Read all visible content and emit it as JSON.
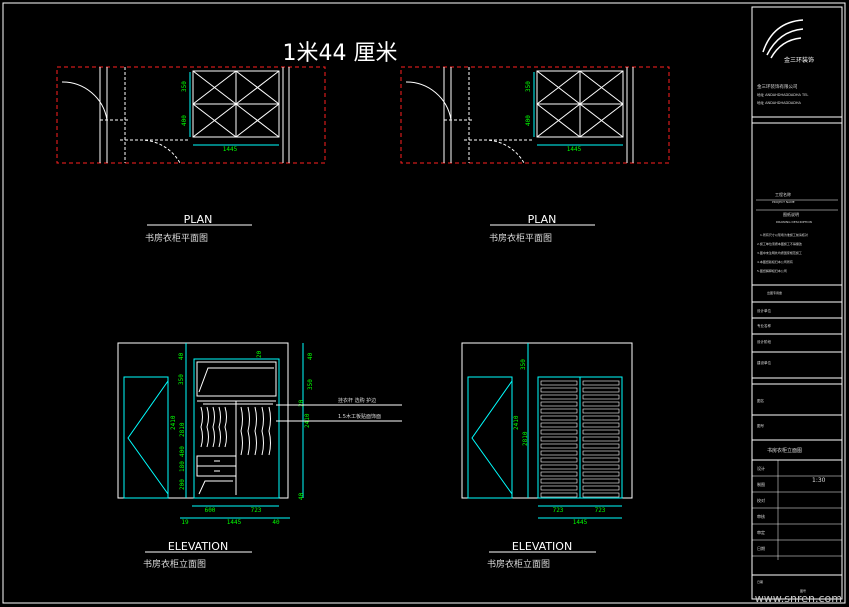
{
  "header": {
    "title": "1米44 厘米"
  },
  "plan_left": {
    "heading": "PLAN",
    "caption": "书房衣柜平面图",
    "dim_h": "350",
    "dim_h2": "400",
    "dim_w": "1445"
  },
  "plan_right": {
    "heading": "PLAN",
    "caption": "书房衣柜平面图",
    "dim_h": "350",
    "dim_h2": "400",
    "dim_w": "1445"
  },
  "elev_left": {
    "heading": "ELEVATION",
    "caption": "书房衣柜立面图",
    "dims_top": [
      "40",
      "350"
    ],
    "dims_right": [
      "40",
      "350",
      "20",
      "2410",
      "40"
    ],
    "dims_left_side": [
      "2410",
      "2810",
      "180",
      "200",
      "400"
    ],
    "dims_bottom": [
      "600",
      "723"
    ],
    "dims_total": [
      "19",
      "1445",
      "40"
    ],
    "note1": "挂衣杆 选购  护边",
    "note2": "1.5木工板贴面饰面",
    "dim_top_inner": "20"
  },
  "elev_right": {
    "heading": "ELEVATION",
    "caption": "书房衣柜立面图",
    "dims_top": [
      "350"
    ],
    "dims_left_side": [
      "2410",
      "2810"
    ],
    "dims_bottom": [
      "723",
      "723"
    ],
    "dims_total": [
      "1445"
    ]
  },
  "title_block": {
    "logo_text": "金三环装饰",
    "company": "金三环装饰有限公司",
    "company_line2": "地址 ANDAHDHADDADHA TEL",
    "company_line3": "地址 ANDAHDHADDADHA",
    "project_label": "工程名称",
    "project_value": "PROJECT NAME",
    "drawing_label": "图纸说明",
    "drawing_value": "DRAWING DESCRIPTION",
    "notes": [
      "1.所有尺寸以现场为准施工前请核对",
      "2.施工单位须按本图施工不得擅改",
      "3.图中未注明处均按国家规范施工",
      "4.本图纸版权归本公司所有",
      "5.图纸解释权归本公司"
    ],
    "stamp_label": "出图专用章",
    "field1": "设计单位",
    "field2": "专业名称",
    "field3": "设计阶段",
    "field4": "建设单位",
    "field5": "图名",
    "field6": "图号",
    "drawing_title": "书房衣柜立面图",
    "scale": "1:30",
    "sign_rows": [
      "设计",
      "制图",
      "校对",
      "审核",
      "审定",
      "日期"
    ],
    "footer1": "日期",
    "footer2": "图号"
  },
  "watermark": "www.snren.com"
}
